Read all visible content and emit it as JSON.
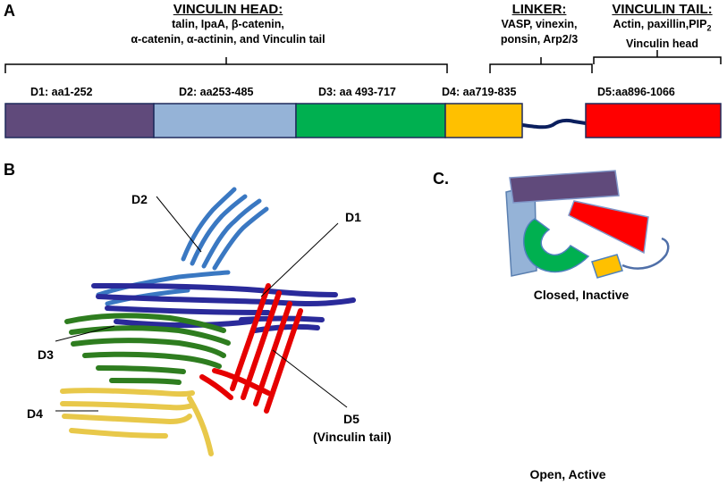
{
  "panels": {
    "a": "A",
    "b": "B",
    "c": "C."
  },
  "head": {
    "title": "VINCULIN HEAD:",
    "lines": [
      "talin, IpaA, β-catenin,",
      "α-catenin, α-actinin, and Vinculin tail"
    ]
  },
  "linker": {
    "title": "LINKER:",
    "lines": [
      "VASP, vinexin,",
      "ponsin, Arp2/3"
    ]
  },
  "tail": {
    "title": "VINCULIN TAIL:",
    "line1_main": "Actin, paxillin,PIP",
    "line1_sub": "2",
    "line2": "Vinculin head"
  },
  "domains": [
    {
      "label": "D1: aa1-252",
      "color": "#604a7b"
    },
    {
      "label": "D2: aa253-485",
      "color": "#95b3d7"
    },
    {
      "label": "D3: aa 493-717",
      "color": "#00b050"
    },
    {
      "label": "D4: aa719-835",
      "color": "#ffc000"
    },
    {
      "label": "D5:aa896-1066",
      "color": "#ff0000"
    }
  ],
  "structure_labels": {
    "d1": "D1",
    "d2": "D2",
    "d3": "D3",
    "d4": "D4",
    "d5": "D5",
    "d5_note": "(Vinculin tail)"
  },
  "states": {
    "closed": "Closed, Inactive",
    "open": "Open, Active"
  },
  "colors": {
    "outline": "#1f2a5c",
    "linker": "#0b1f5e"
  }
}
